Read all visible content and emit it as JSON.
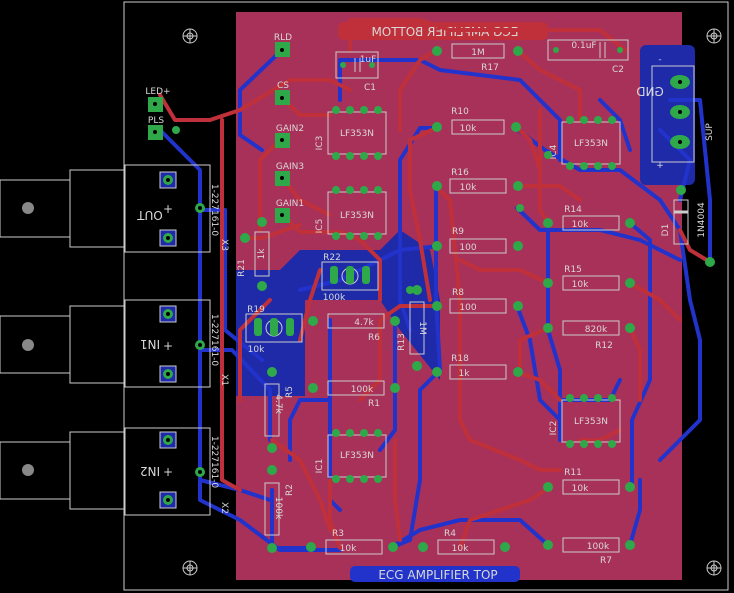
{
  "board": {
    "title_bottom": "ECG AMPLIFIER BOTTOM",
    "title_top": "ECG AMPLIFIER TOP"
  },
  "colors": {
    "background": "#000000",
    "board_outline": "#cccccc",
    "pour_red": "#a8315a",
    "pour_blue": "#1e2aa8",
    "trace_red": "#c0303a",
    "trace_blue": "#2233cc",
    "pad_green": "#2fa84a",
    "silk": "#d8d8d8"
  },
  "headers": [
    {
      "name": "RLD",
      "label": "RLD"
    },
    {
      "name": "CS",
      "label": "CS"
    },
    {
      "name": "GAIN2",
      "label": "GAIN2"
    },
    {
      "name": "GAIN3",
      "label": "GAIN3"
    },
    {
      "name": "GAIN1",
      "label": "GAIN1"
    },
    {
      "name": "LED+",
      "label": "LED+"
    },
    {
      "name": "PLS",
      "label": "PLS"
    }
  ],
  "connectors": [
    {
      "name": "X3",
      "designator": "X3",
      "part": "1-227161-0",
      "signal": "OUT"
    },
    {
      "name": "X1",
      "designator": "X1",
      "part": "1-227161-0",
      "signal": "IN1"
    },
    {
      "name": "X2",
      "designator": "X2",
      "part": "1-227161-0",
      "signal": "IN2"
    }
  ],
  "supply": {
    "label_gnd": "GND",
    "label_sup": "SUP",
    "minus": "-",
    "plus": "+"
  },
  "ics": [
    {
      "ref": "IC1",
      "part": "LF353N"
    },
    {
      "ref": "IC2",
      "part": "LF353N"
    },
    {
      "ref": "IC3",
      "part": "LF353N"
    },
    {
      "ref": "IC4",
      "part": "LF353N"
    },
    {
      "ref": "IC5",
      "part": "LF353N"
    }
  ],
  "resistors": [
    {
      "ref": "R17",
      "value": "1M"
    },
    {
      "ref": "R10",
      "value": "10k"
    },
    {
      "ref": "R16",
      "value": "10k"
    },
    {
      "ref": "R9",
      "value": "100"
    },
    {
      "ref": "R8",
      "value": "100"
    },
    {
      "ref": "R18",
      "value": "1k"
    },
    {
      "ref": "R14",
      "value": "10k"
    },
    {
      "ref": "R15",
      "value": "10k"
    },
    {
      "ref": "R12",
      "value": "820k"
    },
    {
      "ref": "R11",
      "value": "10k"
    },
    {
      "ref": "R7",
      "value": "100k"
    },
    {
      "ref": "R3",
      "value": "10k"
    },
    {
      "ref": "R4",
      "value": "10k"
    },
    {
      "ref": "R1",
      "value": "100k"
    },
    {
      "ref": "R6",
      "value": "4.7k"
    },
    {
      "ref": "R13",
      "value": "1M"
    },
    {
      "ref": "R5",
      "value": "4.7k"
    },
    {
      "ref": "R2",
      "value": "100k"
    },
    {
      "ref": "R21",
      "value": "1k"
    },
    {
      "ref": "R22",
      "value": "100k"
    },
    {
      "ref": "R19",
      "value": "10k"
    }
  ],
  "caps": [
    {
      "ref": "C1",
      "value": "1uF"
    },
    {
      "ref": "C2",
      "value": "0.1uF"
    }
  ],
  "diode": {
    "ref": "D1",
    "part": "1N4004"
  }
}
